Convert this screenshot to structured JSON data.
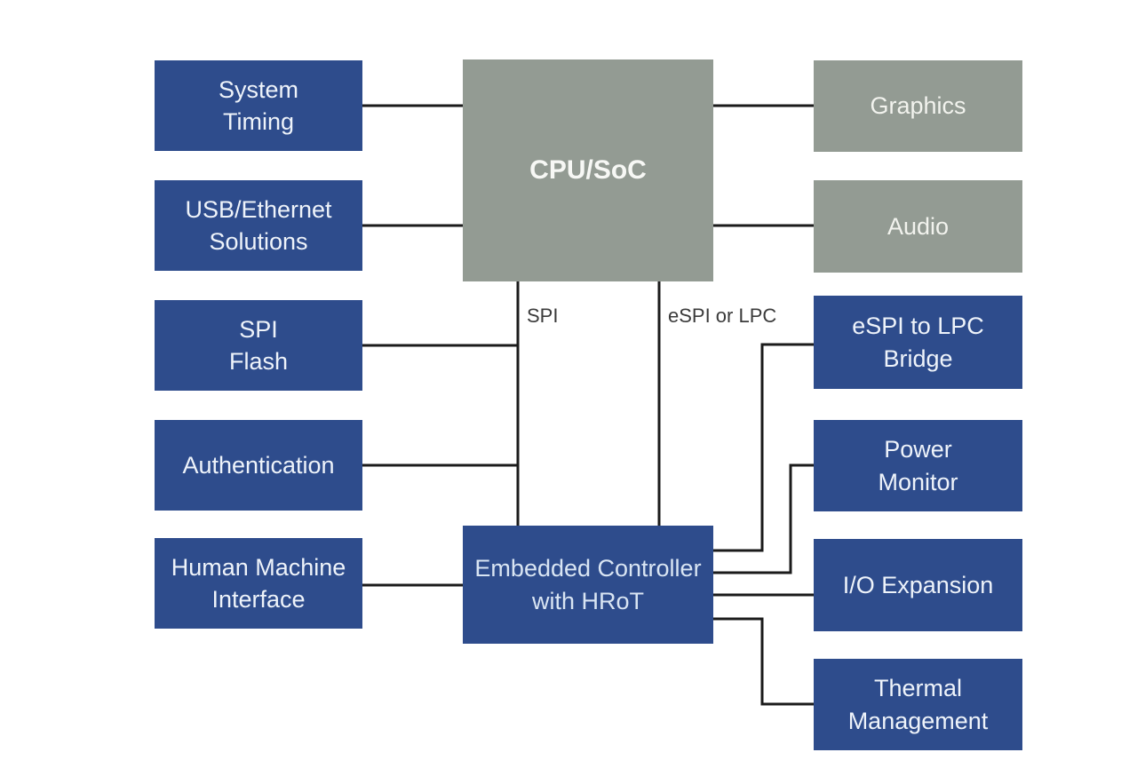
{
  "diagram": {
    "nodes": {
      "system_timing": {
        "label": "System\nTiming"
      },
      "usb_ethernet": {
        "label": "USB/Ethernet\nSolutions"
      },
      "spi_flash": {
        "label": "SPI\nFlash"
      },
      "authentication": {
        "label": "Authentication"
      },
      "hmi": {
        "label": "Human Machine\nInterface"
      },
      "cpu_soc": {
        "label": "CPU/SoC"
      },
      "embedded_controller": {
        "label": "Embedded Controller\nwith HRoT"
      },
      "graphics": {
        "label": "Graphics"
      },
      "audio": {
        "label": "Audio"
      },
      "espi_lpc_bridge": {
        "label": "eSPI to LPC\nBridge"
      },
      "power_monitor": {
        "label": "Power\nMonitor"
      },
      "io_expansion": {
        "label": "I/O Expansion"
      },
      "thermal_management": {
        "label": "Thermal\nManagement"
      }
    },
    "bus_labels": {
      "spi": "SPI",
      "espi_or_lpc": "eSPI or LPC"
    },
    "colors": {
      "node-blue": "#2e4c8c",
      "node-gray": "#939b93",
      "line": "#1b1b1b",
      "node-text": "#eef3fa",
      "bus-label-text": "#3b3b3b",
      "canvas-bg": "#ffffff"
    }
  }
}
